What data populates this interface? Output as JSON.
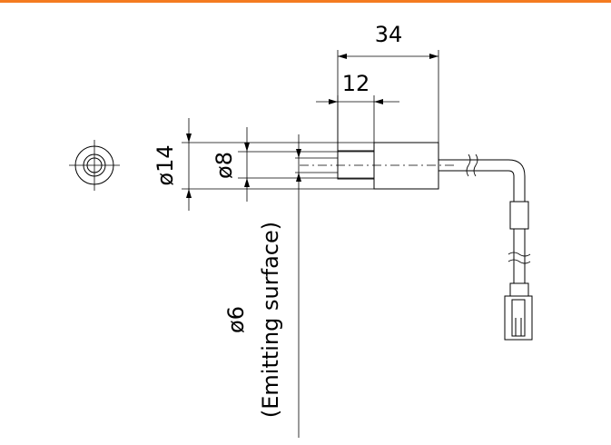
{
  "colors": {
    "accent_bar": "#f47b20",
    "line": "#000000",
    "background": "#ffffff"
  },
  "dimensions": {
    "overall_length": "34",
    "tip_length": "12",
    "outer_diameter": "ø14",
    "inner_diameter": "ø8",
    "emitting_diameter": "ø6",
    "emitting_note": "(Emitting surface)"
  }
}
